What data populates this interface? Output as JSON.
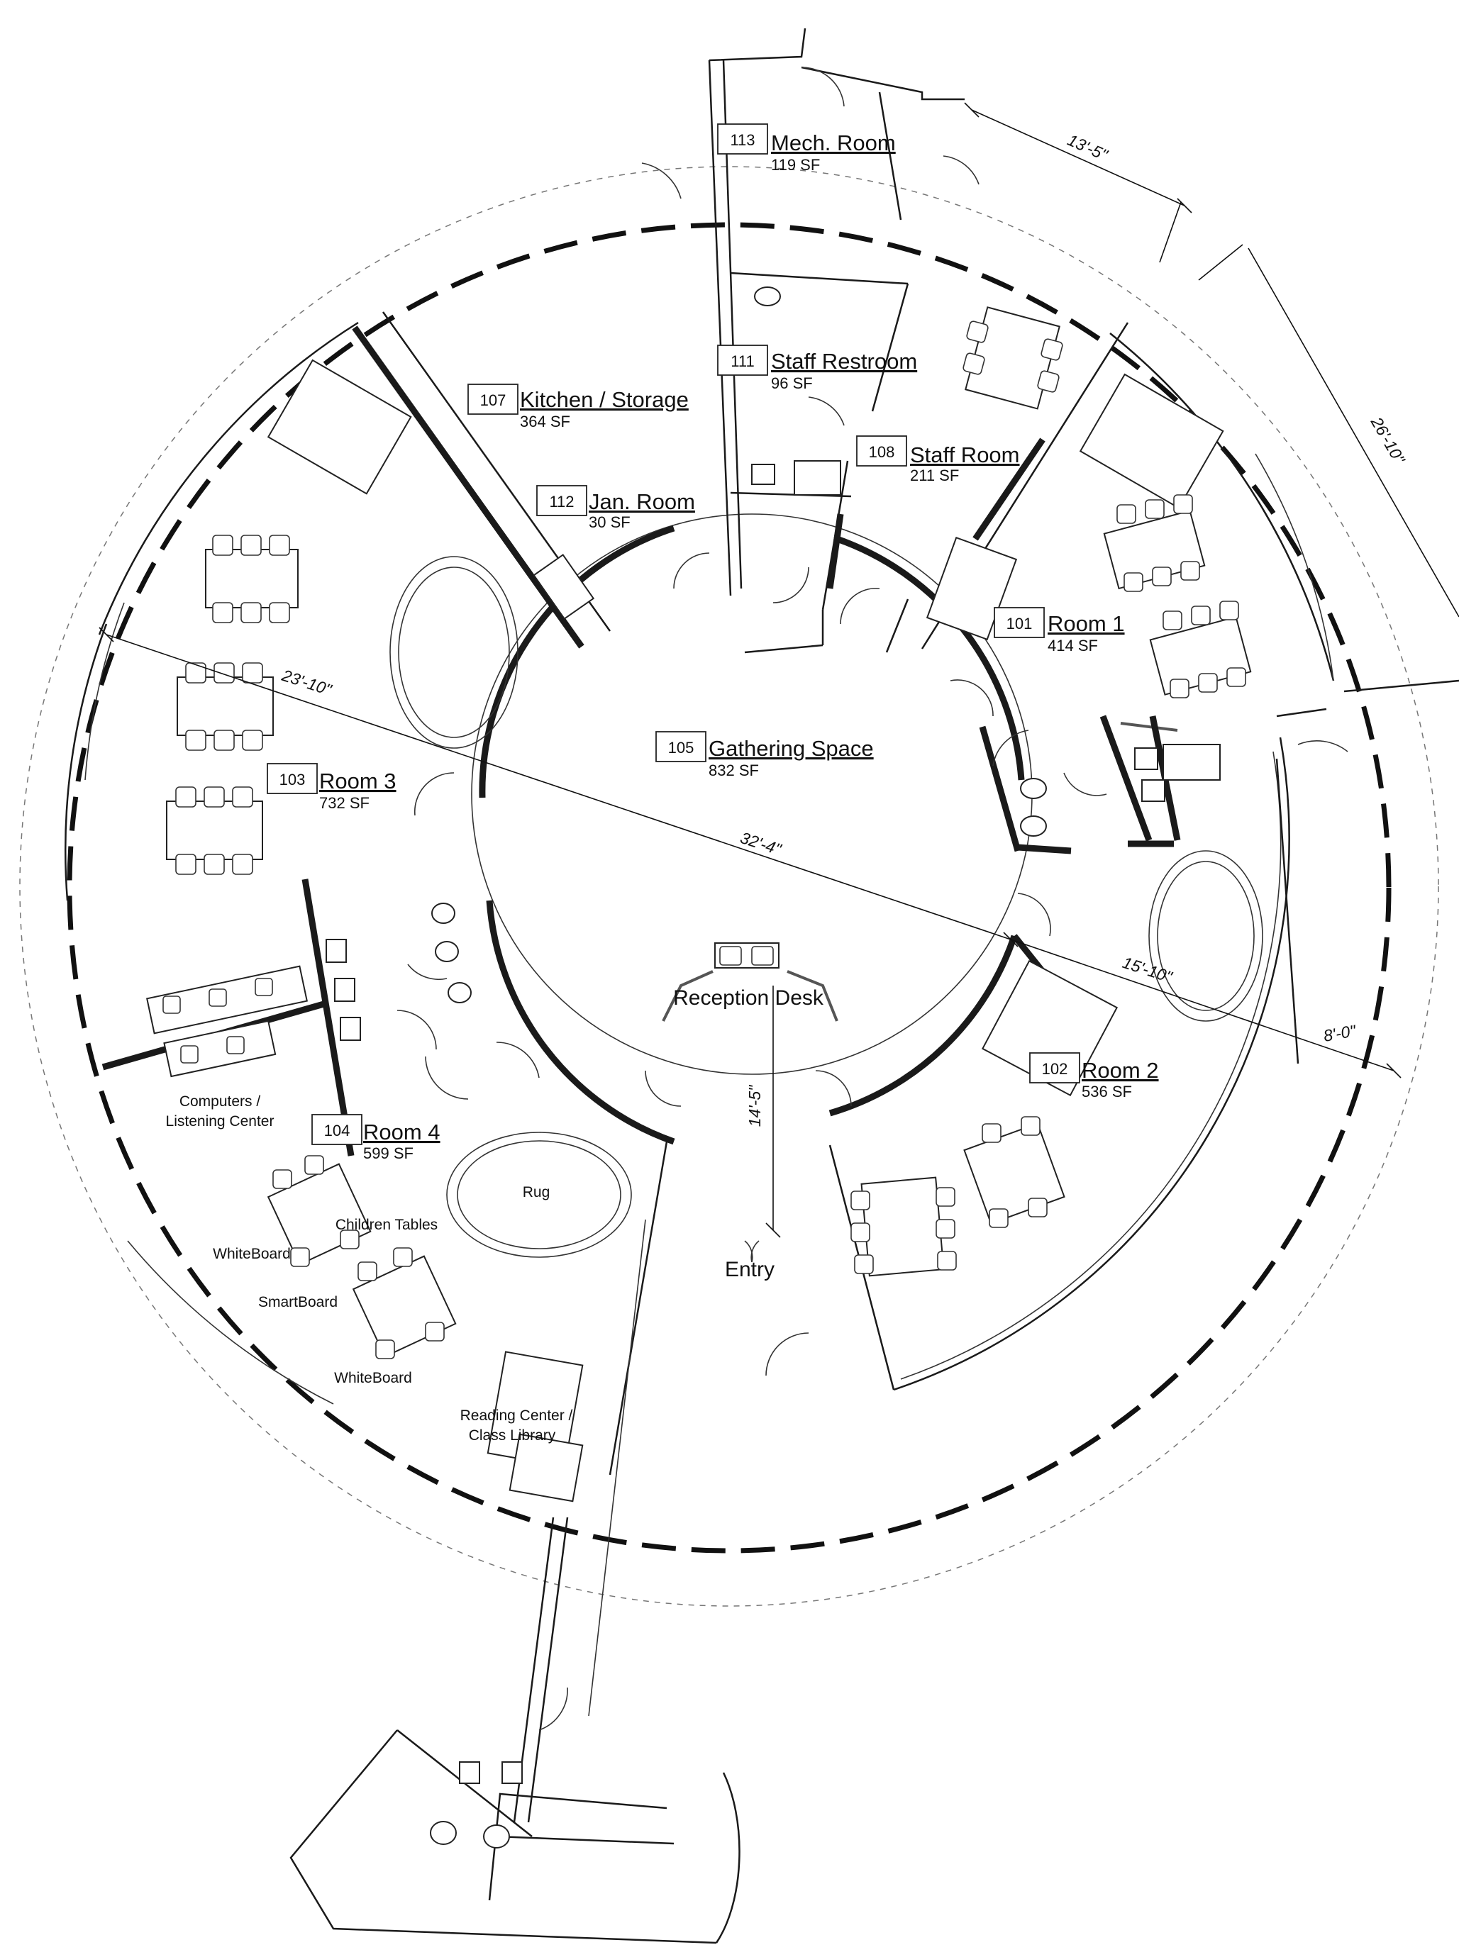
{
  "rooms": [
    {
      "id": "101",
      "name": "Room 1",
      "area": "414 SF"
    },
    {
      "id": "102",
      "name": "Room 2",
      "area": "536 SF"
    },
    {
      "id": "103",
      "name": "Room 3",
      "area": "732 SF"
    },
    {
      "id": "104",
      "name": "Room 4",
      "area": "599 SF"
    },
    {
      "id": "105",
      "name": "Gathering Space",
      "area": "832 SF"
    },
    {
      "id": "107",
      "name": "Kitchen / Storage",
      "area": "364 SF"
    },
    {
      "id": "108",
      "name": "Staff Room",
      "area": "211 SF"
    },
    {
      "id": "111",
      "name": "Staff Restroom",
      "area": "96 SF"
    },
    {
      "id": "112",
      "name": "Jan. Room",
      "area": "30 SF"
    },
    {
      "id": "113",
      "name": "Mech. Room",
      "area": "119 SF"
    }
  ],
  "labels": {
    "reception": "Reception Desk",
    "entry": "Entry",
    "rug": "Rug",
    "children_tables": "Children Tables",
    "whiteboard_1": "WhiteBoard",
    "smartboard": "SmartBoard",
    "whiteboard_2": "WhiteBoard",
    "computers_1": "Computers /",
    "computers_2": "Listening Center",
    "reading_1": "Reading Center /",
    "reading_2": "Class Library"
  },
  "dimensions": {
    "d_13_5": "13'-5\"",
    "d_26_10": "26'-10\"",
    "d_23_10": "23'-10\"",
    "d_32_4": "32'-4\"",
    "d_15_10": "15'-10\"",
    "d_8_0": "8'-0\"",
    "d_14_5": "14'-5\""
  }
}
